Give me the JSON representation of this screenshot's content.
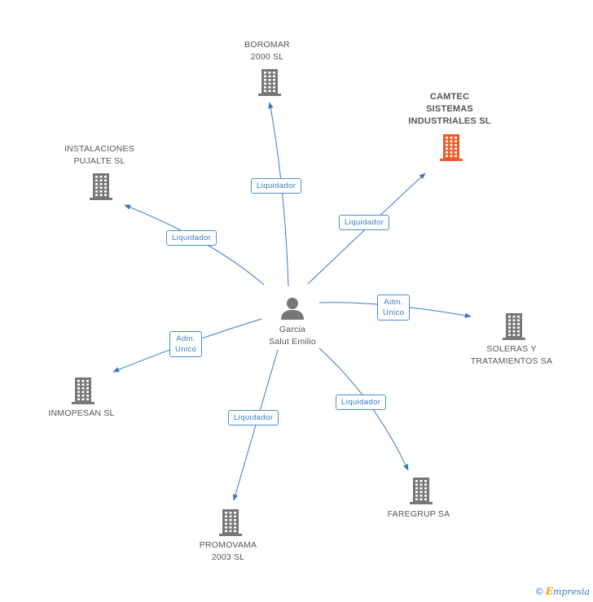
{
  "center": {
    "name_line1": "Garcia",
    "name_line2": "Salut Emilio",
    "icon": "person-icon",
    "color": "#777777"
  },
  "companies": {
    "boromar": {
      "line1": "BOROMAR",
      "line2": "2000 SL",
      "color": "#777777"
    },
    "camtec": {
      "line1": "CAMTEC",
      "line2": "SISTEMAS",
      "line3": "INDUSTRIALES SL",
      "color": "#f05a28"
    },
    "instalaciones": {
      "line1": "INSTALACIONES",
      "line2": "PUJALTE SL",
      "color": "#777777"
    },
    "soleras": {
      "line1": "SOLERAS Y",
      "line2": "TRATAMIENTOS SA",
      "color": "#777777"
    },
    "inmopesan": {
      "line1": "INMOPESAN SL",
      "color": "#777777"
    },
    "faregrup": {
      "line1": "FAREGRUP SA",
      "color": "#777777"
    },
    "promovama": {
      "line1": "PROMOVAMA",
      "line2": "2003 SL",
      "color": "#777777"
    }
  },
  "relations": {
    "boromar": {
      "line1": "Liquidador"
    },
    "camtec": {
      "line1": "Liquidador"
    },
    "instalaciones": {
      "line1": "Liquidador"
    },
    "soleras": {
      "line1": "Adm.",
      "line2": "Unico"
    },
    "inmopesan": {
      "line1": "Adm.",
      "line2": "Unico"
    },
    "faregrup": {
      "line1": "Liquidador"
    },
    "promovama": {
      "line1": "Liquidador"
    }
  },
  "colors": {
    "edge": "#3a78c2",
    "building": "#777777",
    "highlight": "#f05a28"
  },
  "footer": {
    "copyright": "©",
    "brand_initial": "E",
    "brand_rest": "mpresia"
  }
}
